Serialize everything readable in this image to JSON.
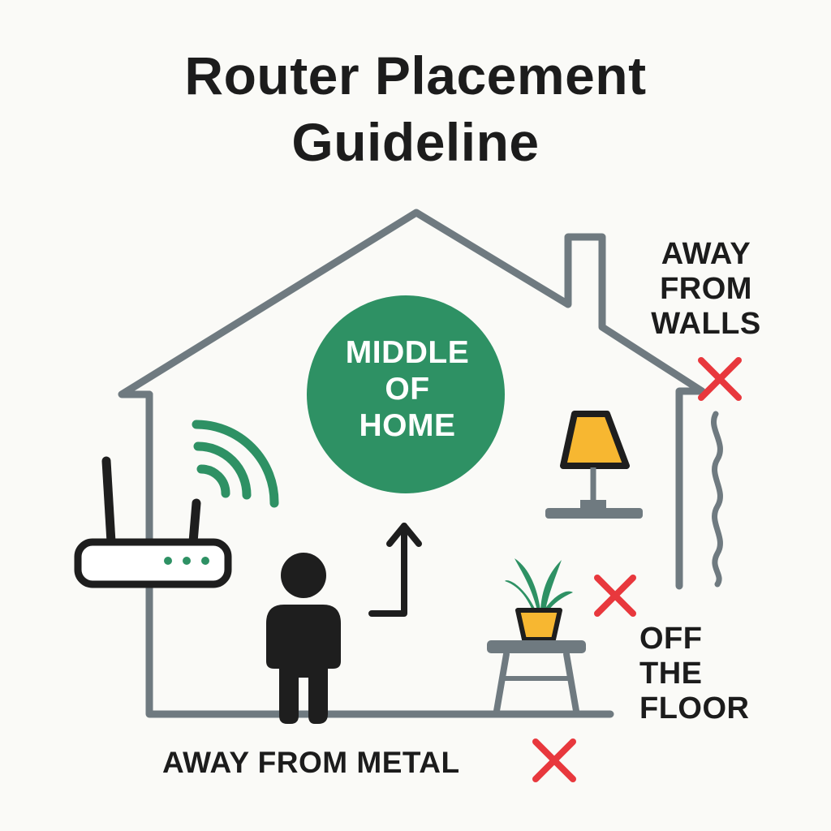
{
  "title": {
    "line1": "Router Placement",
    "line2": "Guideline"
  },
  "center_label": {
    "line1": "MIDDLE",
    "line2": "OF",
    "line3": "HOME"
  },
  "tips": {
    "walls": {
      "line1": "AWAY",
      "line2": "FROM",
      "line3": "WALLS"
    },
    "floor": {
      "line1": "OFF",
      "line2": "THE",
      "line3": "FLOOR"
    },
    "metal": "AWAY FROM METAL"
  },
  "colors": {
    "accent_green": "#2e9164",
    "house_outline": "#6f7a80",
    "cross_red": "#e8383d",
    "lamp_yellow": "#f7b731",
    "dark": "#1e1e1e",
    "background": "#fafaf7"
  },
  "icons": [
    "router-icon",
    "wifi-signal-icon",
    "person-icon",
    "arrow-icon",
    "lamp-icon",
    "plant-icon",
    "table-icon",
    "wavy-wall-icon",
    "x-mark-icon"
  ]
}
